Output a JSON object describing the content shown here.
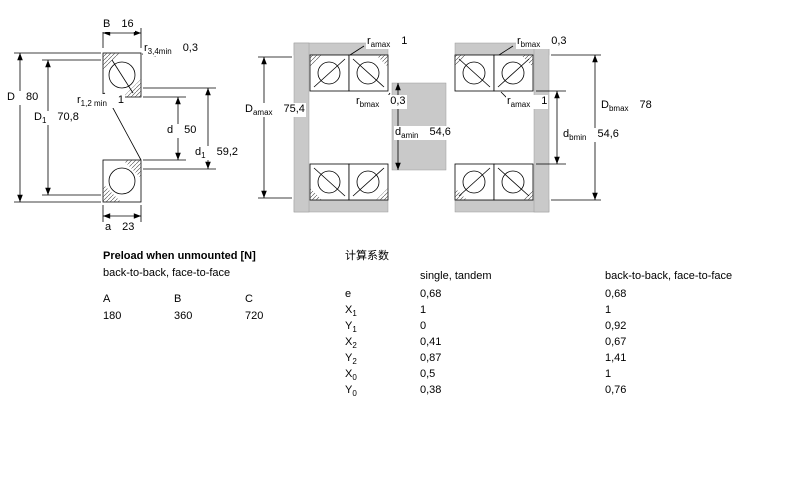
{
  "colors": {
    "line": "#000000",
    "shading": "#c9c9c9",
    "background": "#ffffff"
  },
  "single_bearing": {
    "B": {
      "name": "B",
      "sub": "",
      "value": "16"
    },
    "r34": {
      "name": "r",
      "sub": "3,4min",
      "value": "0,3"
    },
    "D": {
      "name": "D",
      "sub": "",
      "value": "80"
    },
    "D1": {
      "name": "D",
      "sub": "1",
      "value": "70,8"
    },
    "r12": {
      "name": "r",
      "sub": "1,2 min",
      "value": "1"
    },
    "d": {
      "name": "d",
      "sub": "",
      "value": "50"
    },
    "d1": {
      "name": "d",
      "sub": "1",
      "value": "59,2"
    },
    "a": {
      "name": "a",
      "sub": "",
      "value": "23"
    }
  },
  "arrangement_a": {
    "ramax": {
      "name": "r",
      "sub": "amax",
      "value": "1"
    },
    "Damax": {
      "name": "D",
      "sub": "amax",
      "value": "75,4"
    },
    "rbmax": {
      "name": "r",
      "sub": "bmax",
      "value": "0,3"
    },
    "damin": {
      "name": "d",
      "sub": "amin",
      "value": "54,6"
    }
  },
  "arrangement_b": {
    "rbmax": {
      "name": "r",
      "sub": "bmax",
      "value": "0,3"
    },
    "ramax": {
      "name": "r",
      "sub": "amax",
      "value": "1"
    },
    "Dbmax": {
      "name": "D",
      "sub": "bmax",
      "value": "78"
    },
    "dbmin": {
      "name": "d",
      "sub": "bmin",
      "value": "54,6"
    }
  },
  "preload": {
    "title": "Preload when unmounted [N]",
    "subtitle": "back-to-back, face-to-face",
    "columns": [
      "A",
      "B",
      "C"
    ],
    "values": [
      "180",
      "360",
      "720"
    ]
  },
  "factors": {
    "title": "计算系数",
    "col_single": "single, tandem",
    "col_paired": "back-to-back, face-to-face",
    "rows": [
      {
        "name": "e",
        "sub": "",
        "single": "0,68",
        "paired": "0,68"
      },
      {
        "name": "X",
        "sub": "1",
        "single": "1",
        "paired": "1"
      },
      {
        "name": "Y",
        "sub": "1",
        "single": "0",
        "paired": "0,92"
      },
      {
        "name": "X",
        "sub": "2",
        "single": "0,41",
        "paired": "0,67"
      },
      {
        "name": "Y",
        "sub": "2",
        "single": "0,87",
        "paired": "1,41"
      },
      {
        "name": "X",
        "sub": "0",
        "single": "0,5",
        "paired": "1"
      },
      {
        "name": "Y",
        "sub": "0",
        "single": "0,38",
        "paired": "0,76"
      }
    ]
  }
}
